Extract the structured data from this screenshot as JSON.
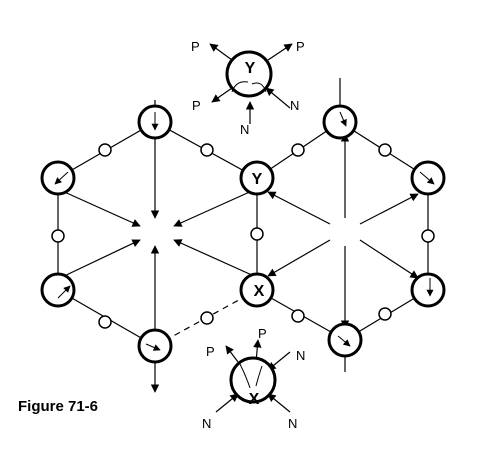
{
  "figure": {
    "caption": "Figure 71-6",
    "node_labels": {
      "top_inset": "Y",
      "center_upper": "Y",
      "center_lower": "X",
      "bottom_inset": "X"
    },
    "top_inset_arrows": [
      "P",
      "P",
      "P",
      "N",
      "N"
    ],
    "bottom_inset_arrows": [
      "P",
      "P",
      "N",
      "N",
      "N"
    ],
    "colors": {
      "ink": "#000000",
      "background": "#ffffff"
    }
  }
}
